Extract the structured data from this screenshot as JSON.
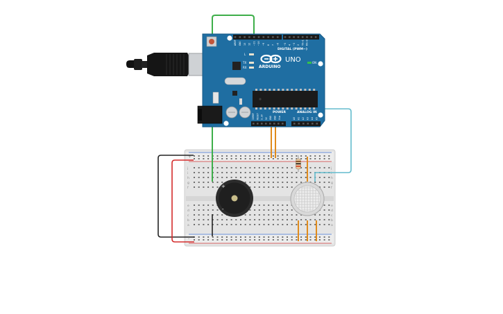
{
  "arduino": {
    "brand_text": "ARDUINO",
    "model_text": "UNO",
    "digital_header_label": "DIGITAL (PWM~)",
    "power_header_label": "POWER",
    "analog_header_label": "ANALOG IN",
    "led_labels": [
      "L",
      "TX",
      "RX"
    ],
    "on_label": "ON",
    "digital_pin_labels": [
      "AREF",
      "GND",
      "13",
      "12",
      "~11",
      "~10",
      "~9",
      "8",
      "7",
      "~6",
      "~5",
      "4",
      "~3",
      "2",
      "TX→1",
      "RX←0"
    ],
    "power_pin_labels": [
      "IOREF",
      "RESET",
      "3.3V",
      "5V",
      "GND",
      "GND",
      "Vin"
    ],
    "analog_pin_labels": [
      "A0",
      "A1",
      "A2",
      "A3",
      "A4",
      "A5"
    ]
  },
  "breadboard": {
    "row_letters_top": [
      "j",
      "i",
      "h",
      "g",
      "f"
    ],
    "row_letters_bottom": [
      "e",
      "d",
      "c",
      "b",
      "a"
    ],
    "rail_signs": [
      "+",
      "-"
    ]
  },
  "buzzer": {
    "plus_label": "+",
    "minus_label": "-"
  },
  "colors": {
    "board_blue": "#1f6ea2",
    "wire_green": "#3dae49",
    "wire_orange": "#e08b1c",
    "wire_cyan": "#63bccd",
    "wire_red": "#d42b2b",
    "wire_black": "#222222"
  },
  "icons": [
    "usb-cable-icon",
    "buzzer-icon",
    "gas-sensor-icon",
    "resistor-icon",
    "arduino-logo-icon"
  ]
}
